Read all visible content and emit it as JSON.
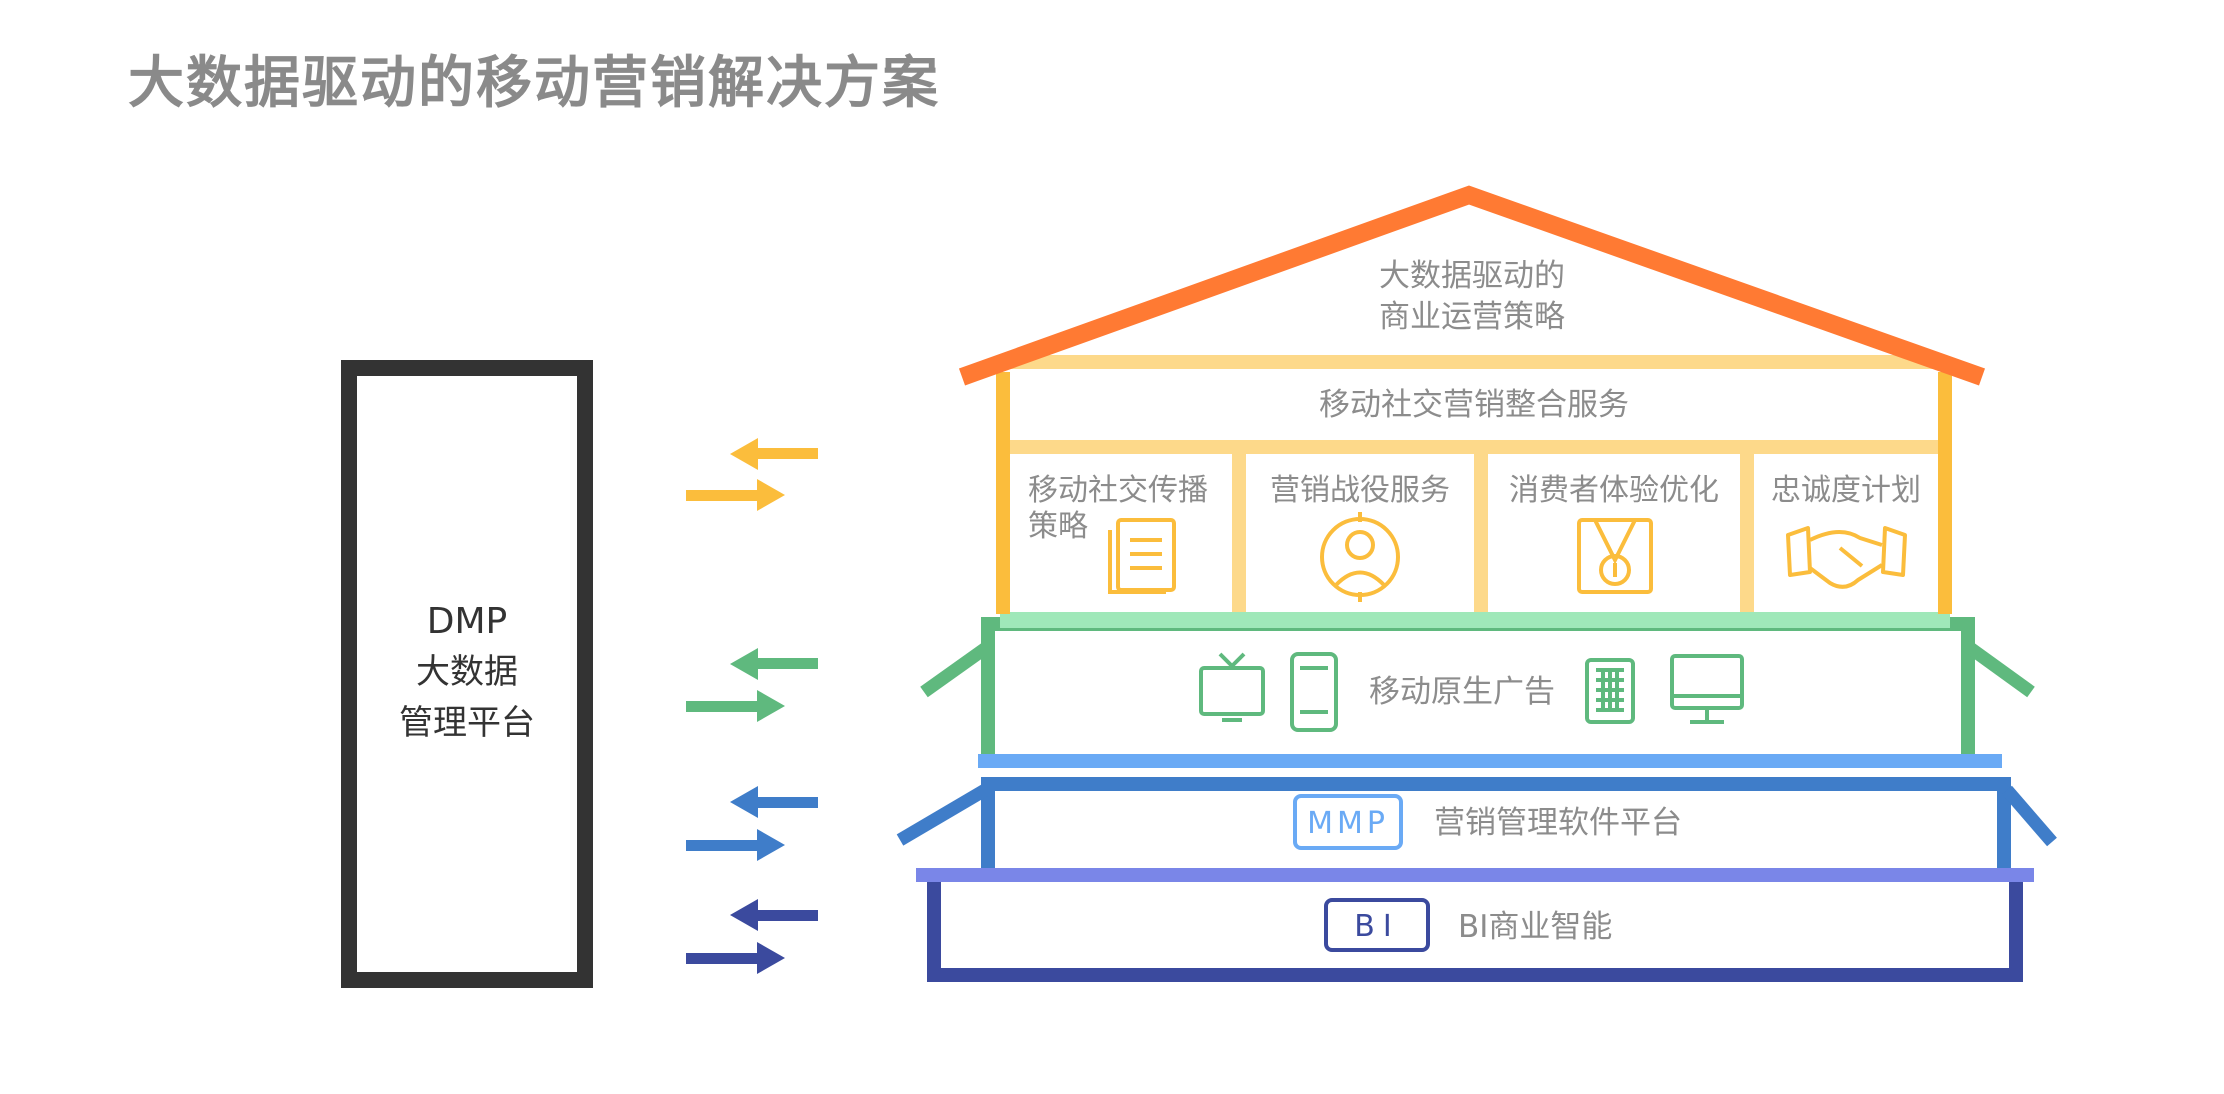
{
  "title": "大数据驱动的移动营销解决方案",
  "dmp": {
    "line1": "DMP",
    "line2": "大数据",
    "line3": "管理平台"
  },
  "house": {
    "roof": {
      "line1": "大数据驱动的",
      "line2": "商业运营策略"
    },
    "social_integration": "移动社交营销整合服务",
    "services": [
      {
        "line1": "移动社交传播",
        "line2": "策略",
        "icon": "document-icon"
      },
      {
        "line1": "营销战役服务",
        "line2": "",
        "icon": "person-target-icon"
      },
      {
        "line1": "消费者体验优化",
        "line2": "",
        "icon": "medal-icon"
      },
      {
        "line1": "忠诚度计划",
        "line2": "",
        "icon": "handshake-icon"
      }
    ],
    "native_ads": "移动原生广告",
    "mmp": {
      "badge": "MMP",
      "label": "营销管理软件平台"
    },
    "bi": {
      "badge": "BI",
      "label": "BI商业智能"
    }
  },
  "colors": {
    "roof": "#ff7a33",
    "yellow": "#fbbd3c",
    "yellow_light": "#fdd98a",
    "green": "#5fb97e",
    "green_light": "#9fe8b9",
    "blue_light": "#6aaaf5",
    "blue_mid": "#3f7dc9",
    "purple": "#7a86e8",
    "navy": "#3b4a9e",
    "dmp_border": "#333333"
  }
}
